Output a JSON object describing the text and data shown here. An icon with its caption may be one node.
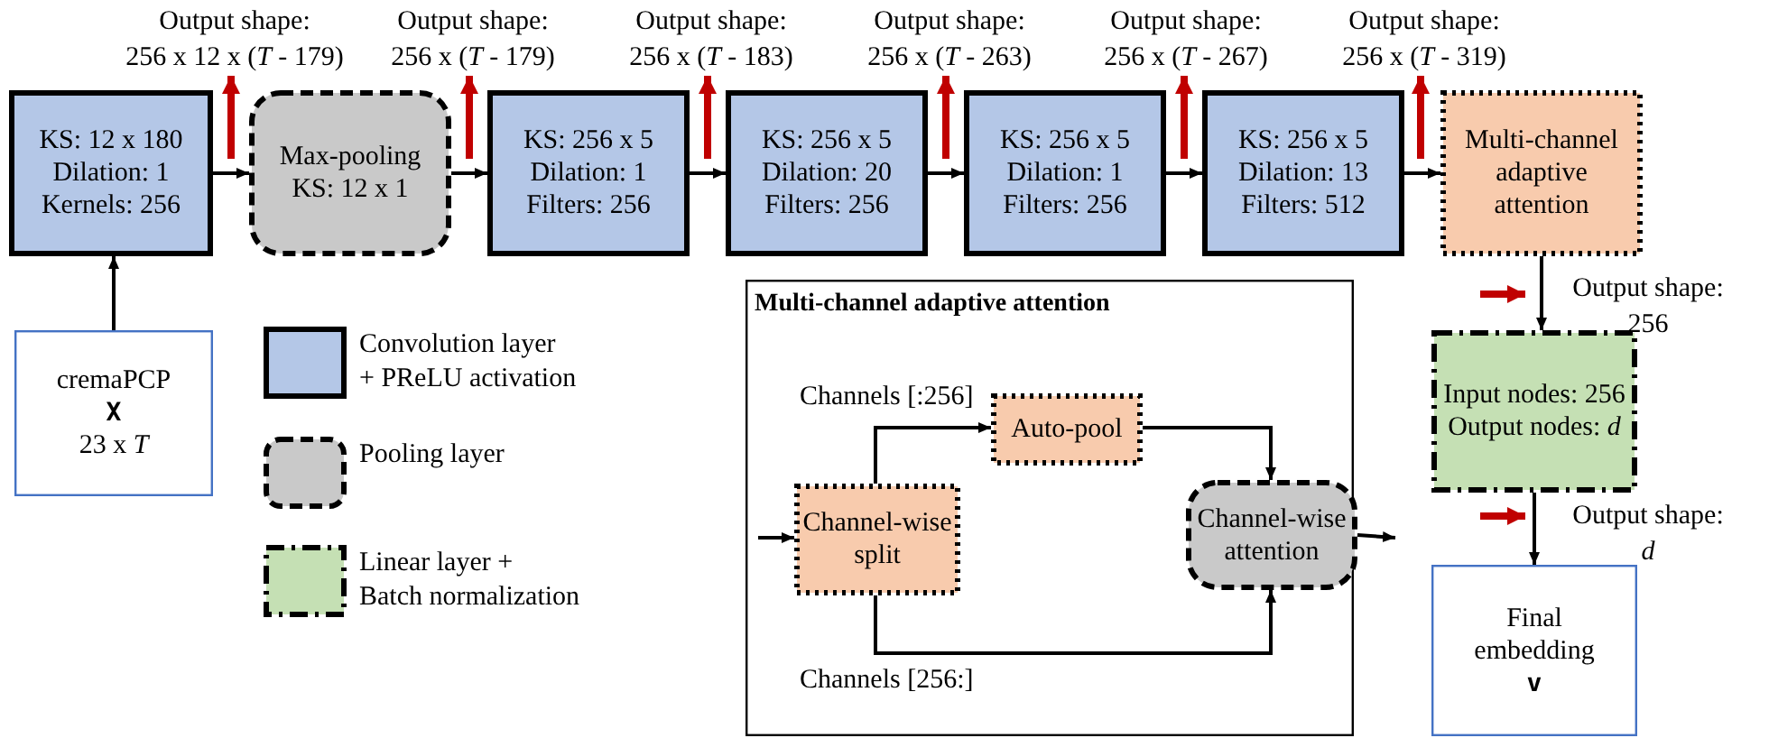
{
  "diagram": {
    "nodes": [
      {
        "text": [
          "KS: 12 x 180",
          "Dilation: 1",
          "Kernels: 256"
        ]
      },
      {
        "text": [
          "Max-pooling",
          "KS: 12 x 1"
        ]
      },
      {
        "text": [
          "KS: 256 x 5",
          "Dilation: 1",
          "Filters: 256"
        ]
      },
      {
        "text": [
          "KS: 256 x 5",
          "Dilation: 20",
          "Filters: 256"
        ]
      },
      {
        "text": [
          "KS: 256 x 5",
          "Dilation: 1",
          "Filters: 256"
        ]
      },
      {
        "text": [
          "KS: 256 x 5",
          "Dilation: 13",
          "Filters: 512"
        ]
      },
      {
        "text": [
          "Multi-channel adaptive attention"
        ]
      },
      {
        "text": [
          "cremaPCP",
          "X",
          "23 x *T*"
        ]
      },
      {
        "text": [
          "Multi-channel adaptive attention"
        ]
      },
      {
        "text": [
          "Channel-wise split"
        ],
        "in": 8
      },
      {
        "text": [
          "Auto-pool"
        ],
        "in": 8
      },
      {
        "text": [
          "Channel-wise attention"
        ],
        "in": 8
      },
      {
        "text": [
          "Input nodes: 256",
          "Output nodes: *d*"
        ]
      },
      {
        "text": [
          "Final embedding",
          "v"
        ]
      }
    ],
    "edges": [
      {
        "from": 0,
        "to": 1,
        "arrow": "to"
      },
      {
        "from": 1,
        "to": 2,
        "arrow": "to"
      },
      {
        "from": 2,
        "to": 3,
        "arrow": "to"
      },
      {
        "from": 3,
        "to": 4,
        "arrow": "to"
      },
      {
        "from": 4,
        "to": 5,
        "arrow": "to"
      },
      {
        "from": 5,
        "to": 6,
        "arrow": "to"
      },
      {
        "from": 7,
        "to": 0,
        "arrow": "to"
      },
      {
        "from": 6,
        "to": 12,
        "arrow": "to"
      },
      {
        "from": 12,
        "to": 13,
        "arrow": "to"
      },
      {
        "from": null,
        "to": 9,
        "arrow": "to"
      },
      {
        "from": 9,
        "to": 10,
        "arrow": "to",
        "label": "Channels [:256]"
      },
      {
        "from": 10,
        "to": 11,
        "arrow": "to"
      },
      {
        "from": 9,
        "to": 11,
        "arrow": "to",
        "label": "Channels [256:]"
      },
      {
        "from": 11,
        "to": null,
        "arrow": "to"
      }
    ],
    "labels": [
      "Output shape:",
      "256 x 12 x (*T* - 179)",
      "Output shape:",
      "256 x (*T* - 179)",
      "Output shape:",
      "256 x (*T* - 183)",
      "Output shape:",
      "256 x (*T* - 263)",
      "Output shape:",
      "256 x (*T* - 267)",
      "Output shape:",
      "256 x (*T* - 319)",
      "Output shape:",
      "256",
      "Output shape:",
      "*d*"
    ],
    "legend": [
      {
        "text": "Convolution layer + PReLU activation",
        "color": "#b4c7e7"
      },
      {
        "text": "Pooling layer",
        "color": "#c9c9c9"
      },
      {
        "text": "Linear layer + Batch normalization",
        "color": "#c5e0b4"
      }
    ]
  }
}
